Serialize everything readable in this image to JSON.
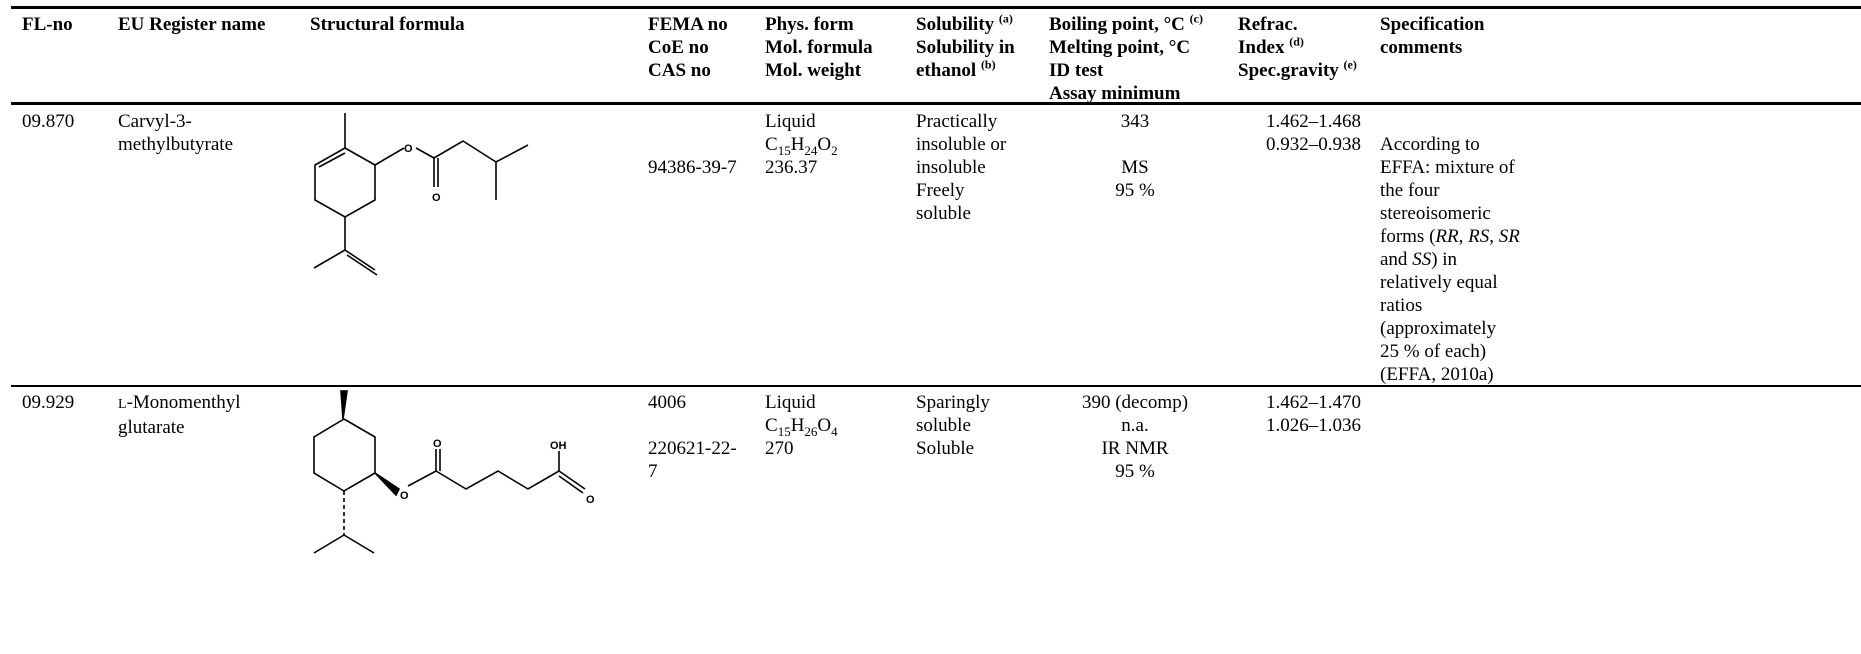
{
  "headers": {
    "fl_no": "FL-no",
    "eu_name": "EU Register name",
    "formula": "Structural formula",
    "fema": [
      "FEMA no",
      "CoE no",
      "CAS no"
    ],
    "phys": [
      "Phys. form",
      "Mol. formula",
      "Mol. weight"
    ],
    "solubility_1": "Solubility",
    "solubility_1_note": "(a)",
    "solubility_2": "Solubility in",
    "solubility_3": "ethanol",
    "solubility_3_note": "(b)",
    "boiling_1": "Boiling point, °C",
    "boiling_1_note": "(c)",
    "boiling_2": "Melting point, °C",
    "boiling_3": "ID test",
    "boiling_4": "Assay minimum",
    "refrac_1": "Refrac.",
    "refrac_2": "Index",
    "refrac_2_note": "(d)",
    "refrac_3": "Spec.gravity",
    "refrac_3_note": "(e)",
    "spec": [
      "Specification",
      "comments"
    ]
  },
  "rows": [
    {
      "fl_no": "09.870",
      "name": [
        "Carvyl-3-",
        "methylbutyrate"
      ],
      "cas": "94386-39-7",
      "phys_form": "Liquid",
      "formula": {
        "c": "C",
        "c_n": "15",
        "h": "H",
        "h_n": "24",
        "o": "O",
        "o_n": "2"
      },
      "mol_weight": "236.37",
      "solubility": [
        "Practically",
        "insoluble or",
        "insoluble"
      ],
      "solubility_ethanol": [
        "Freely",
        "soluble"
      ],
      "boiling": "343",
      "id_test": "MS",
      "assay": "95 %",
      "refrac": "1.462–1.468",
      "spec_gravity": "0.932–0.938",
      "comment": {
        "l1": "According to",
        "l2": "EFFA: mixture of",
        "l3": "the four",
        "l4": "stereoisomeric",
        "l5_a": "forms (",
        "rr": "RR",
        "l5_b": ", ",
        "rs": "RS",
        "l5_c": ", ",
        "sr": "SR",
        "l6_a": "and ",
        "ss": "SS",
        "l6_b": ") in",
        "l7": "relatively equal",
        "l8": "ratios",
        "l9": "(approximately",
        "l10": "25 % of each)",
        "l11": "(EFFA, 2010a)"
      },
      "structure_labels": {
        "o_ester": "O",
        "o_carbonyl": "O"
      }
    },
    {
      "fl_no": "09.929",
      "name_prefix": "L",
      "name_rest": "-Monomenthyl",
      "name_2": "glutarate",
      "fema": "4006",
      "cas": [
        "220621-22-",
        "7"
      ],
      "phys_form": "Liquid",
      "formula": {
        "c": "C",
        "c_n": "15",
        "h": "H",
        "h_n": "26",
        "o": "O",
        "o_n": "4"
      },
      "mol_weight": "270",
      "solubility": [
        "Sparingly",
        "soluble"
      ],
      "solubility_ethanol": "Soluble",
      "boiling": "390 (decomp)",
      "melting": "n.a.",
      "id_test": "IR NMR",
      "assay": "95 %",
      "refrac": "1.462–1.470",
      "spec_gravity": "1.026–1.036",
      "structure_labels": {
        "o_ester": "O",
        "o_carbonyl_1": "O",
        "oh": "OH",
        "o_carbonyl_2": "O"
      }
    }
  ]
}
